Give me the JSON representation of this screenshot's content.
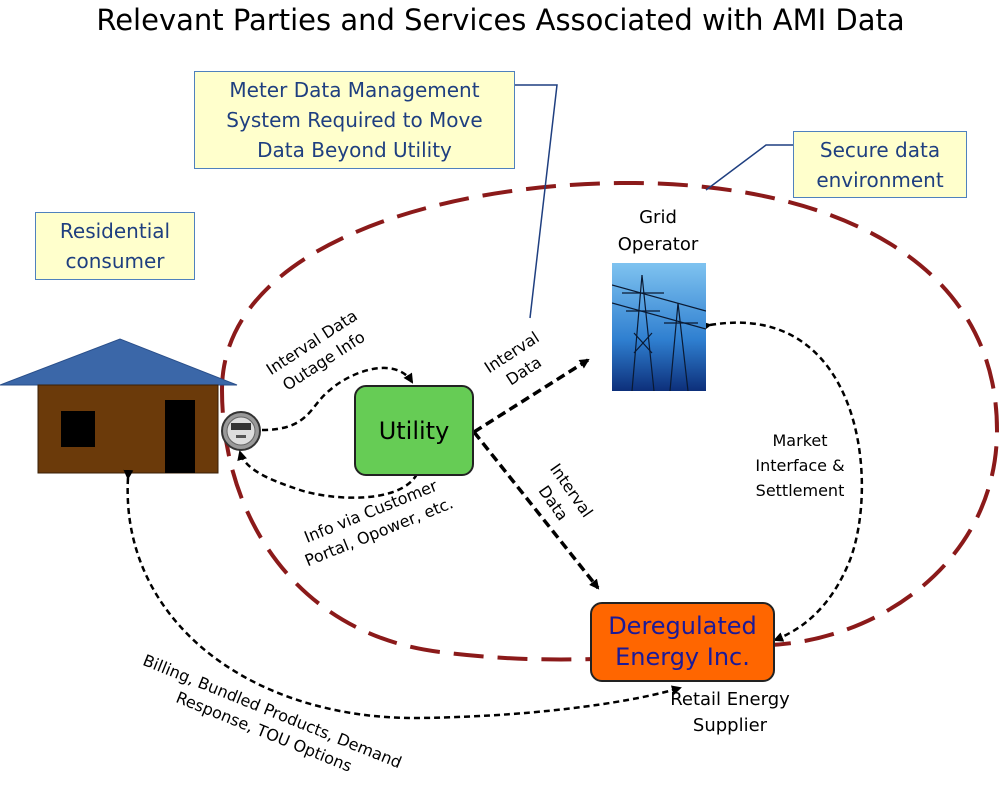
{
  "title": "Relevant Parties and Services Associated with AMI Data",
  "callouts": {
    "mdms": [
      "Meter Data Management",
      "System Required to Move",
      "Data Beyond Utility"
    ],
    "secure": [
      "Secure data",
      "environment"
    ],
    "residential": [
      "Residential",
      "consumer"
    ]
  },
  "nodes": {
    "utility": "Utility",
    "deregulated": [
      "Deregulated",
      "Energy Inc."
    ],
    "grid_operator": [
      "Grid",
      "Operator"
    ],
    "retail_supplier": [
      "Retail Energy",
      "Supplier"
    ]
  },
  "flows": {
    "interval_outage": [
      "Interval Data",
      "Outage Info"
    ],
    "to_grid": [
      "Interval",
      "Data"
    ],
    "to_dereg": [
      "Interval",
      "Data"
    ],
    "portal": [
      "Info via Customer",
      "Portal, Opower, etc."
    ],
    "market": [
      "Market",
      "Interface &",
      "Settlement"
    ],
    "billing": [
      "Billing, Bundled Products, Demand",
      "Response, TOU Options"
    ]
  },
  "colors": {
    "secure_ring": "#8b1a1a",
    "utility_fill": "#66cc55",
    "dereg_fill": "#ff6600",
    "dereg_text": "#1a1a99",
    "callout_fill": "#ffffcc",
    "callout_border": "#4f81bd",
    "roof": "#3b67a8",
    "house_wall": "#6b3a0a"
  },
  "icons": [
    "house-icon",
    "electric-meter-icon",
    "transmission-tower-image"
  ]
}
